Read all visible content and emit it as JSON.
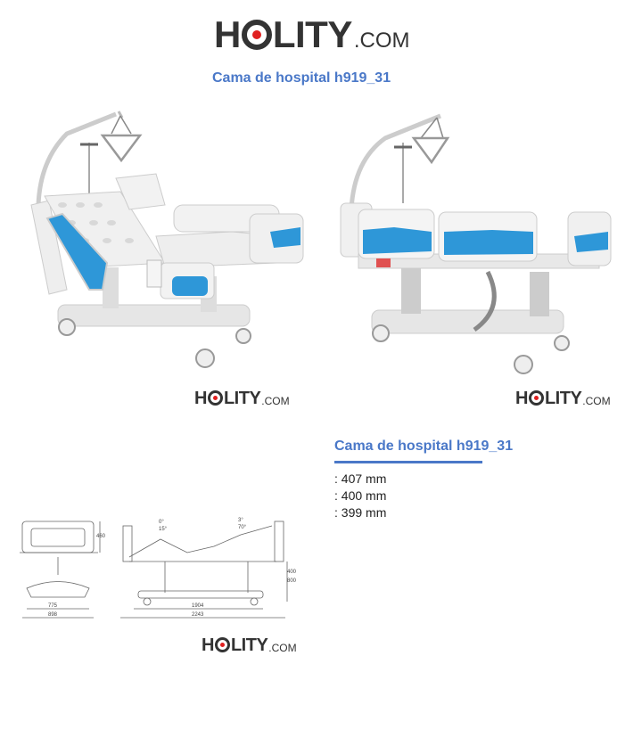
{
  "brand": {
    "logo": {
      "pre": "H",
      "post": "LITY",
      "domain": ".COM"
    },
    "accent_red": "#e02020",
    "accent_blue": "#4a78c8"
  },
  "page": {
    "title": "Cama de hospital h919_31"
  },
  "specs": {
    "title": "Cama de hospital h919_31",
    "items": [
      ": 407 mm",
      ": 400 mm",
      ": 399 mm"
    ]
  },
  "drawing": {
    "dimensions": [
      "775",
      "898",
      "1904",
      "2243",
      "460",
      "400",
      "800",
      "0°",
      "15°",
      "3°",
      "70°"
    ]
  }
}
